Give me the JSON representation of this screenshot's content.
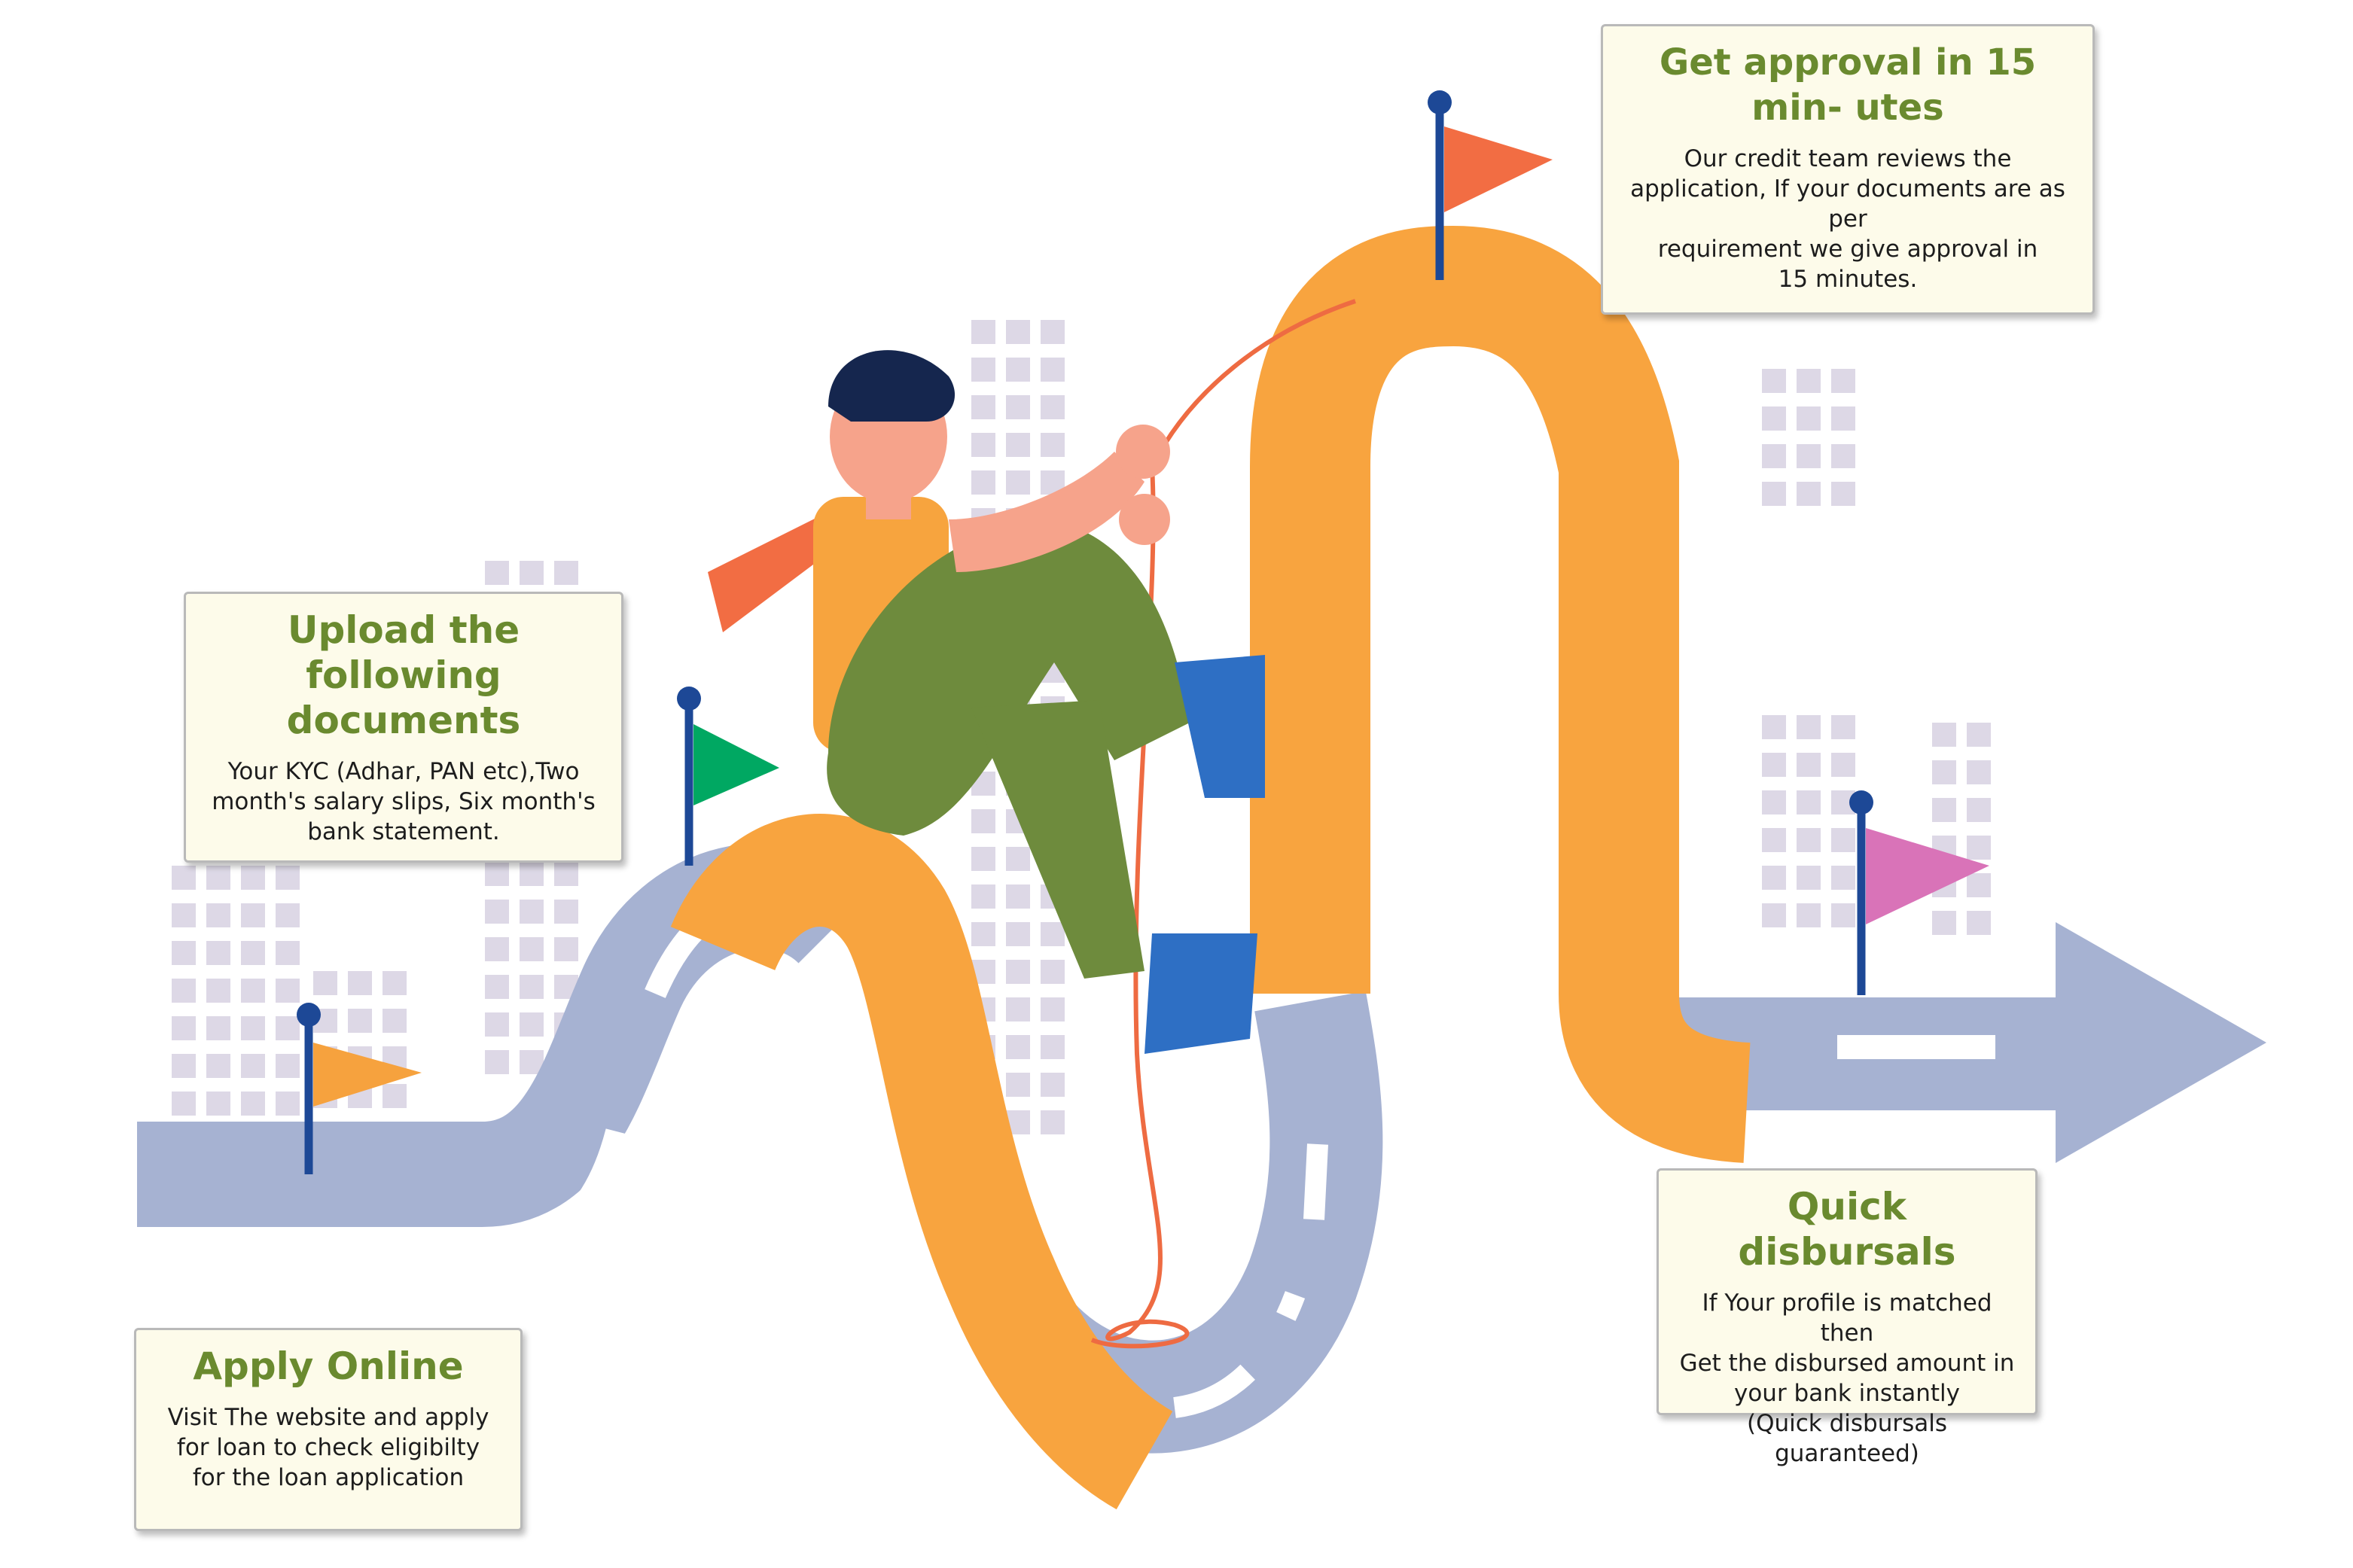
{
  "steps": [
    {
      "title": "Apply Online",
      "description": "Visit The website and apply\nfor loan to check eligibilty\nfor the loan application",
      "flag_color": "#f6a23e"
    },
    {
      "title": "Upload the following\ndocuments",
      "description": "Your KYC (Adhar, PAN etc),Two\nmonth's salary slips, Six month's\nbank statement.",
      "flag_color": "#00a862"
    },
    {
      "title": "Get approval in  15 min-\nutes",
      "description": "Our credit team reviews the\napplication,  If your documents are as per\nrequirement we give approval in\n15 minutes.",
      "flag_color": "#f26d43"
    },
    {
      "title": "Quick disbursals",
      "description": "If Your profile is matched then\nGet the disbursed amount in\nyour bank instantly\n(Quick disbursals guaranteed)",
      "flag_color": "#d973b8"
    }
  ],
  "colors": {
    "road": "#a6b2d2",
    "road_marking": "#ffffff",
    "ribbon": "#f8a43f",
    "building": "#ddd8e6",
    "arrow": "#a6b2d2",
    "flag_pole": "#1d4896",
    "title_green": "#6a8a2f",
    "card_bg": "#fdfbea"
  },
  "icons": {
    "character": "climbing-man-icon",
    "rope": "rope-icon",
    "arrow": "right-arrow-icon"
  }
}
